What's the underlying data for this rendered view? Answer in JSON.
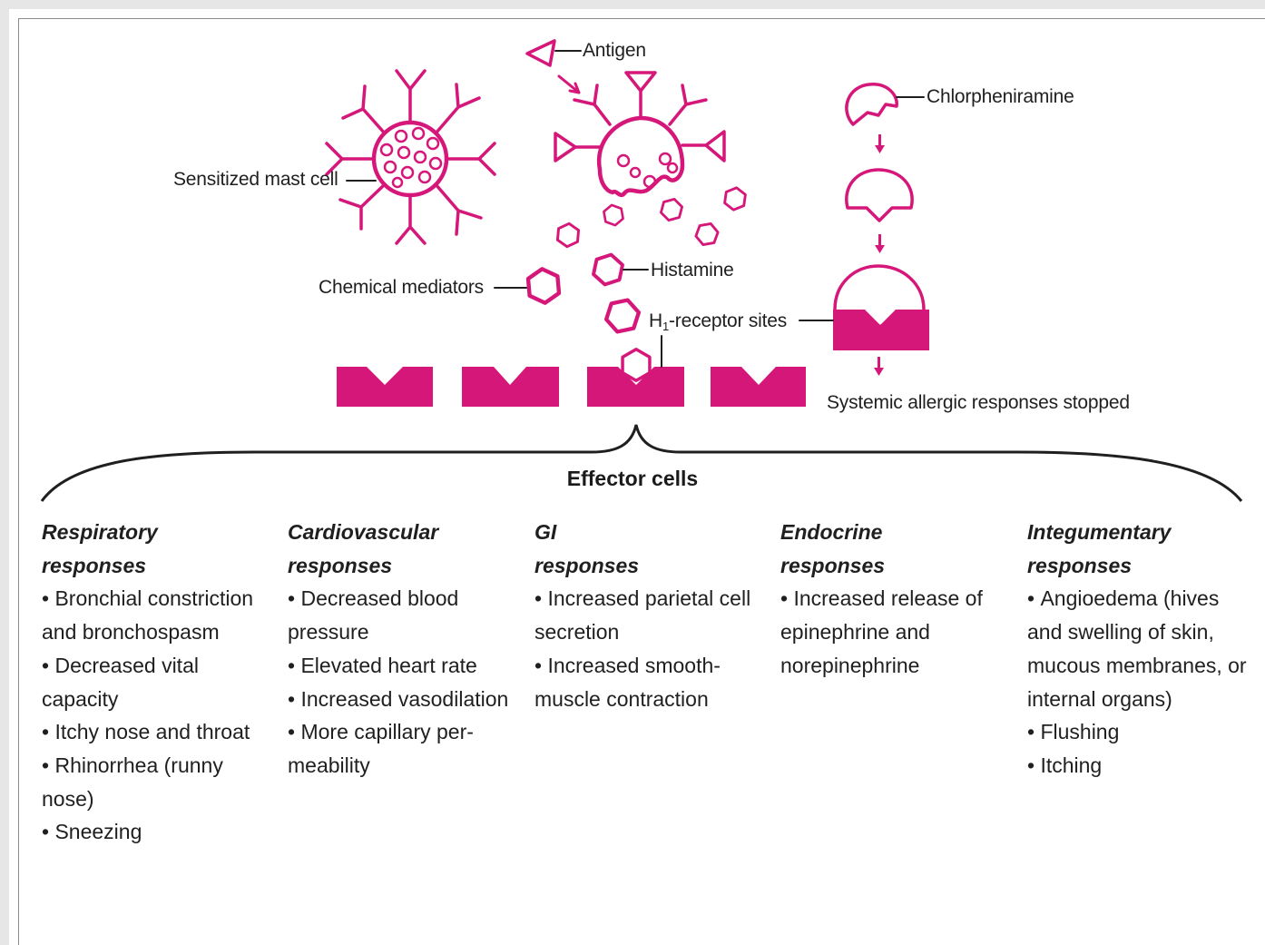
{
  "colors": {
    "accent": "#d6177a",
    "ink": "#1f1f1f"
  },
  "labels": {
    "antigen": "Antigen",
    "sensitized_mast_cell": "Sensitized mast cell",
    "chemical_mediators": "Chemical mediators",
    "histamine": "Histamine",
    "h1_receptor_prefix": "H",
    "h1_receptor_sub": "1",
    "h1_receptor_suffix": "-receptor sites",
    "chlorpheniramine": "Chlorpheniramine",
    "systemic_stopped": "Systemic allergic responses stopped",
    "effector_cells": "Effector cells"
  },
  "columns": [
    {
      "title_line1": "Respiratory",
      "title_line2": "responses",
      "items": [
        "Bronchial constriction and bronchospasm",
        "Decreased vital capacity",
        "Itchy nose and throat",
        "Rhinorrhea (runny nose)",
        "Sneezing"
      ]
    },
    {
      "title_line1": "Cardiovascular",
      "title_line2": "responses",
      "items": [
        "Decreased blood pressure",
        "Elevated heart rate",
        "Increased vasodilation",
        "More capillary per-meability"
      ]
    },
    {
      "title_line1": "GI",
      "title_line2": "responses",
      "items": [
        "Increased parietal cell secretion",
        "Increased smooth-muscle contraction"
      ]
    },
    {
      "title_line1": "Endocrine",
      "title_line2": "responses",
      "items": [
        "Increased release of epinephrine and norepinephrine"
      ]
    },
    {
      "title_line1": "Integumentary",
      "title_line2": "responses",
      "items": [
        "Angioedema (hives and swelling of skin, mucous membranes, or internal organs)",
        "Flushing",
        "Itching"
      ]
    }
  ]
}
